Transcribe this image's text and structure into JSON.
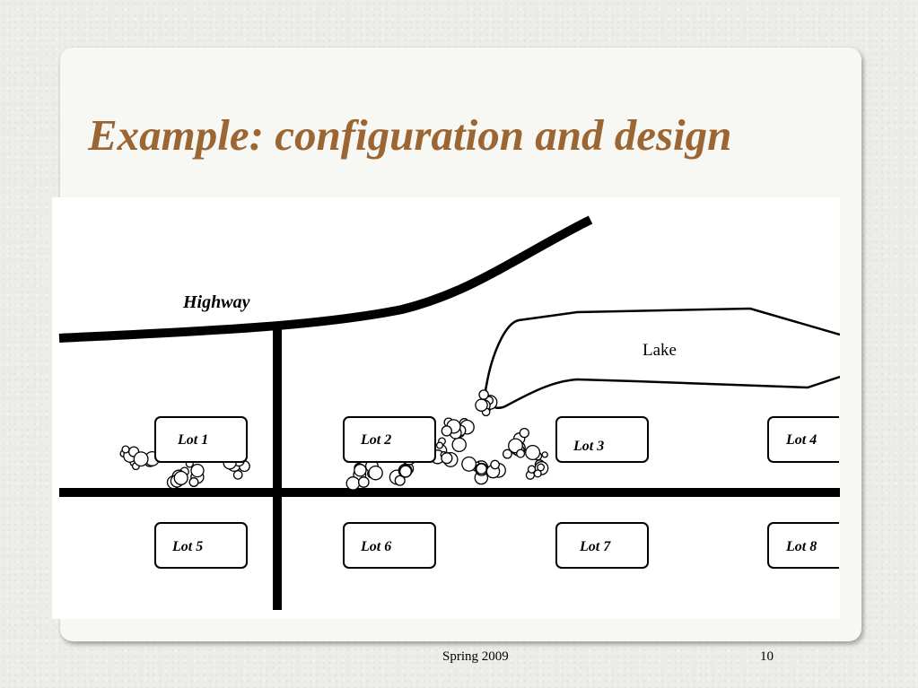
{
  "slide": {
    "title": "Example: configuration and design",
    "footer_text": "Spring 2009",
    "page_number": "10"
  },
  "diagram": {
    "highway_label": "Highway",
    "lake_label": "Lake",
    "lots": [
      {
        "label": "Lot 1"
      },
      {
        "label": "Lot 2"
      },
      {
        "label": "Lot 3"
      },
      {
        "label": "Lot 4"
      },
      {
        "label": "Lot 5"
      },
      {
        "label": "Lot 6"
      },
      {
        "label": "Lot 7"
      },
      {
        "label": "Lot 8"
      }
    ]
  },
  "colors": {
    "title": "#9b6534",
    "background": "#ecede8",
    "card": "#f7f7f4"
  }
}
